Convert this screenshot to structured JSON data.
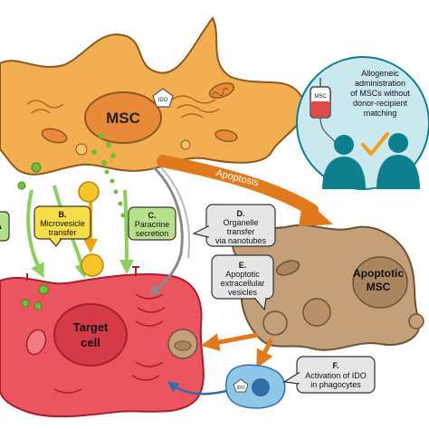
{
  "colors": {
    "msc_fill": "#f4ae52",
    "msc_stroke": "#8a5a1c",
    "target_fill": "#ea5560",
    "target_stroke": "#a5202c",
    "apoptotic_fill": "#c3a07a",
    "apoptotic_stroke": "#6e5236",
    "circle_bg": "#c9e9ee",
    "person_fill": "#0e7f8d",
    "arrow_orange": "#e07a1c",
    "arrow_green": "#8ccf5e",
    "box_yellow": "#f6dd4a",
    "box_green": "#b7e08c",
    "box_gray": "#e6e6e6",
    "check_orange": "#f39c1e"
  },
  "labels": {
    "msc": "MSC",
    "ido": "IDO",
    "bag": "MSC",
    "target_line1": "Target",
    "target_line2": "cell",
    "apoptotic_line1": "Apoptotic",
    "apoptotic_line2": "MSC",
    "apoptosis": "Apoptosis",
    "ido_small": "IDO"
  },
  "boxes": {
    "a": {
      "letter": "A"
    },
    "b": {
      "letter": "B.",
      "line1": "Microvesicle",
      "line2": "transfer"
    },
    "c": {
      "letter": "C.",
      "line1": "Paracrine",
      "line2": "secretion"
    },
    "d": {
      "letter": "D.",
      "line1": "Organelle",
      "line2": "transfer",
      "line3": "via nanotubes"
    },
    "e": {
      "letter": "E.",
      "line1": "Apoptotic",
      "line2": "extracellular",
      "line3": "vesicles"
    },
    "f": {
      "letter": "F.",
      "line1": "Activation of IDO",
      "line2": "in phagocytes"
    }
  },
  "inset": {
    "line1": "Allogeneic",
    "line2": "administration",
    "line3": "of MSCs without",
    "line4": "donor-recipient",
    "line5": "matching"
  }
}
